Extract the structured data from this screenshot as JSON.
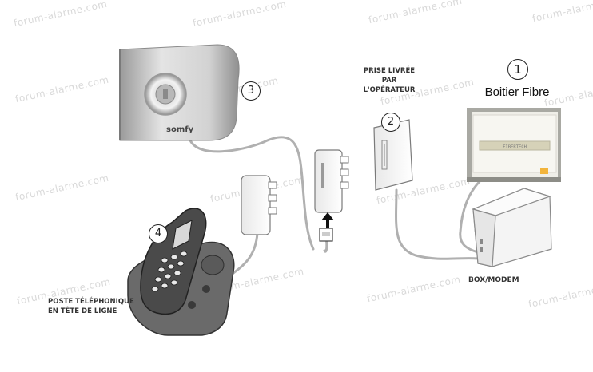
{
  "watermark": "forum-alarme.com",
  "labels": {
    "prise_line1": "PRISE LIVRÉE",
    "prise_line2": "PAR",
    "prise_line3": "L'OPÉRATEUR",
    "boitier_number": "1",
    "boitier_title": "Boitier Fibre",
    "number_2": "2",
    "number_3": "3",
    "number_4": "4",
    "box_modem": "BOX/MODEM",
    "poste_line1": "POSTE TÉLÉPHONIQUE",
    "poste_line2": "EN TÊTE DE LIGNE",
    "brand": "somfy",
    "fibre_tag": "FIBERTECH"
  },
  "colors": {
    "cable": "#b5b5b5",
    "device_silver": "#cfcfcf",
    "device_dark": "#555555",
    "text": "#333333"
  }
}
